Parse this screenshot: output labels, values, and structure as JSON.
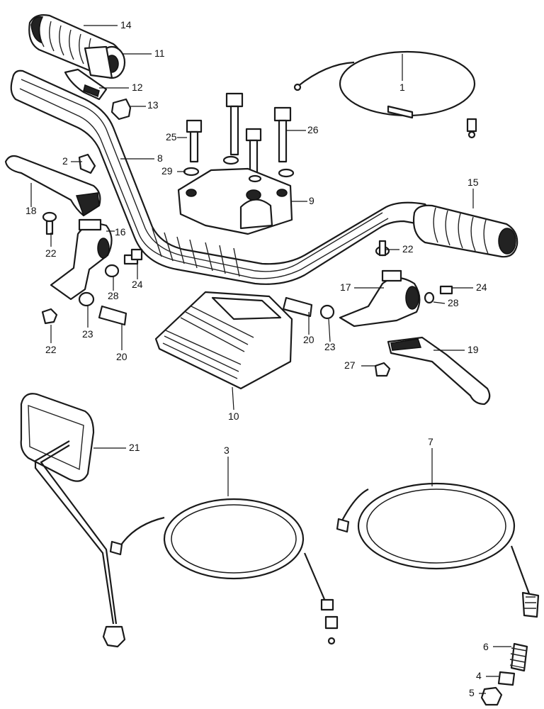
{
  "callouts": {
    "c1": "1",
    "c2": "2",
    "c3": "3",
    "c4": "4",
    "c5": "5",
    "c6": "6",
    "c7": "7",
    "c8": "8",
    "c9": "9",
    "c10": "10",
    "c11": "11",
    "c12": "12",
    "c13": "13",
    "c14": "14",
    "c15": "15",
    "c16": "16",
    "c17": "17",
    "c18": "18",
    "c19": "19",
    "c20a": "20",
    "c20b": "20",
    "c21": "21",
    "c22a": "22",
    "c22b": "22",
    "c22c": "22",
    "c23a": "23",
    "c23b": "23",
    "c24a": "24",
    "c24b": "24",
    "c25": "25",
    "c26": "26",
    "c27": "27",
    "c28a": "28",
    "c28b": "28",
    "c29": "29"
  }
}
